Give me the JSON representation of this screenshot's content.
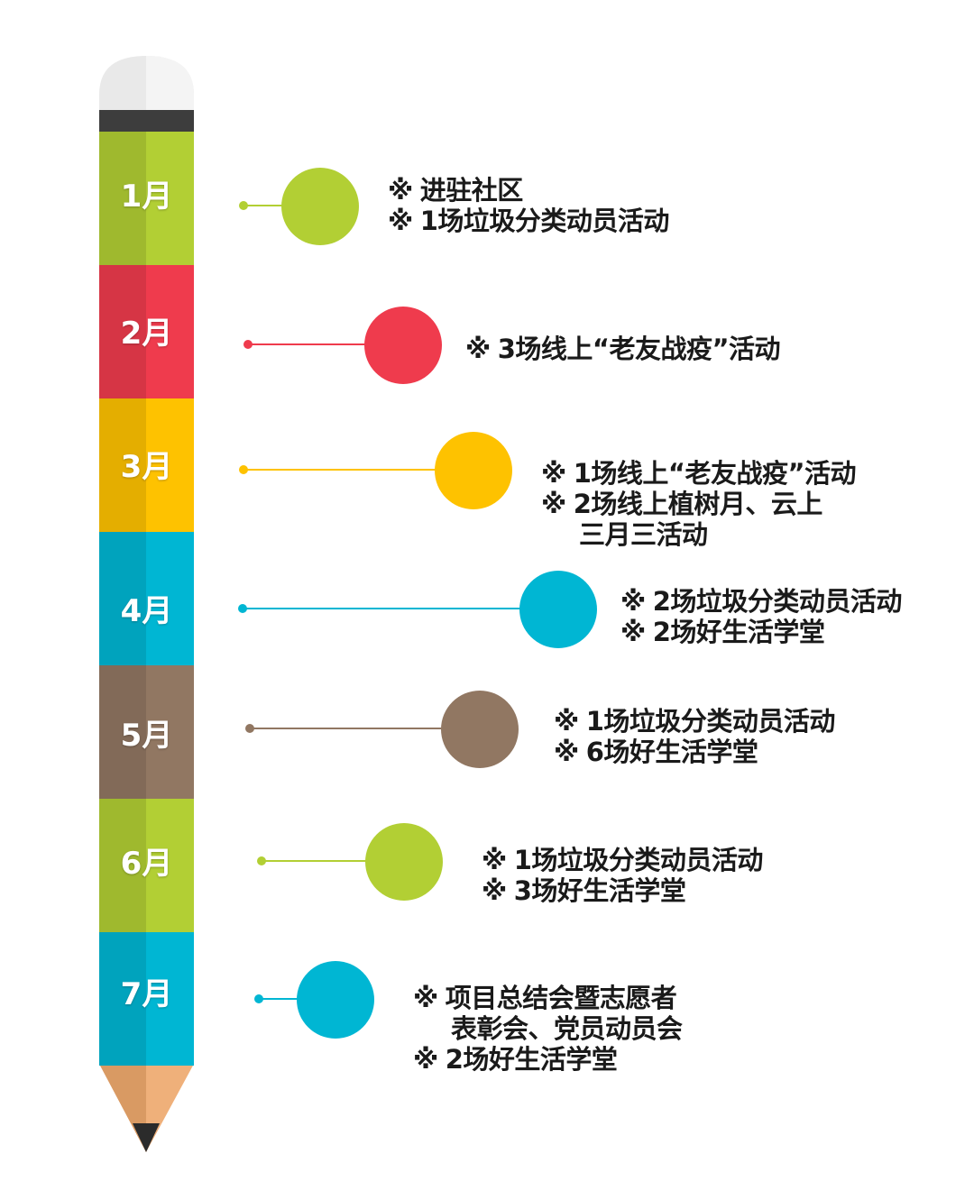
{
  "timeline": [
    {
      "month": "1月",
      "color": "#b2cf34",
      "items": [
        [
          "进驻社区"
        ],
        [
          "1场垃圾分类动员活动"
        ]
      ]
    },
    {
      "month": "2月",
      "color": "#ef3b4d",
      "items": [
        [
          "3场线上“老友战疫”活动"
        ]
      ]
    },
    {
      "month": "3月",
      "color": "#fec200",
      "items": [
        [
          "1场线上“老友战疫”活动"
        ],
        [
          "2场线上植树月、云上",
          "三月三活动"
        ]
      ]
    },
    {
      "month": "4月",
      "color": "#00b6d3",
      "items": [
        [
          "2场垃圾分类动员活动"
        ],
        [
          "2场好生活学堂"
        ]
      ]
    },
    {
      "month": "5月",
      "color": "#917762",
      "items": [
        [
          "1场垃圾分类动员活动"
        ],
        [
          "6场好生活学堂"
        ]
      ]
    },
    {
      "month": "6月",
      "color": "#b2cf34",
      "items": [
        [
          "1场垃圾分类动员活动"
        ],
        [
          "3场好生活学堂"
        ]
      ]
    },
    {
      "month": "7月",
      "color": "#00b6d3",
      "items": [
        [
          "项目总结会暨志愿者",
          "表彰会、党员动员会"
        ],
        [
          "2场好生活学堂"
        ]
      ]
    }
  ],
  "bullet": "※",
  "colors": {
    "eraser": "#e9e9e9",
    "ferrule": "#3d3d3d",
    "wood": "#efb07a",
    "lead": "#2b2b2b"
  }
}
